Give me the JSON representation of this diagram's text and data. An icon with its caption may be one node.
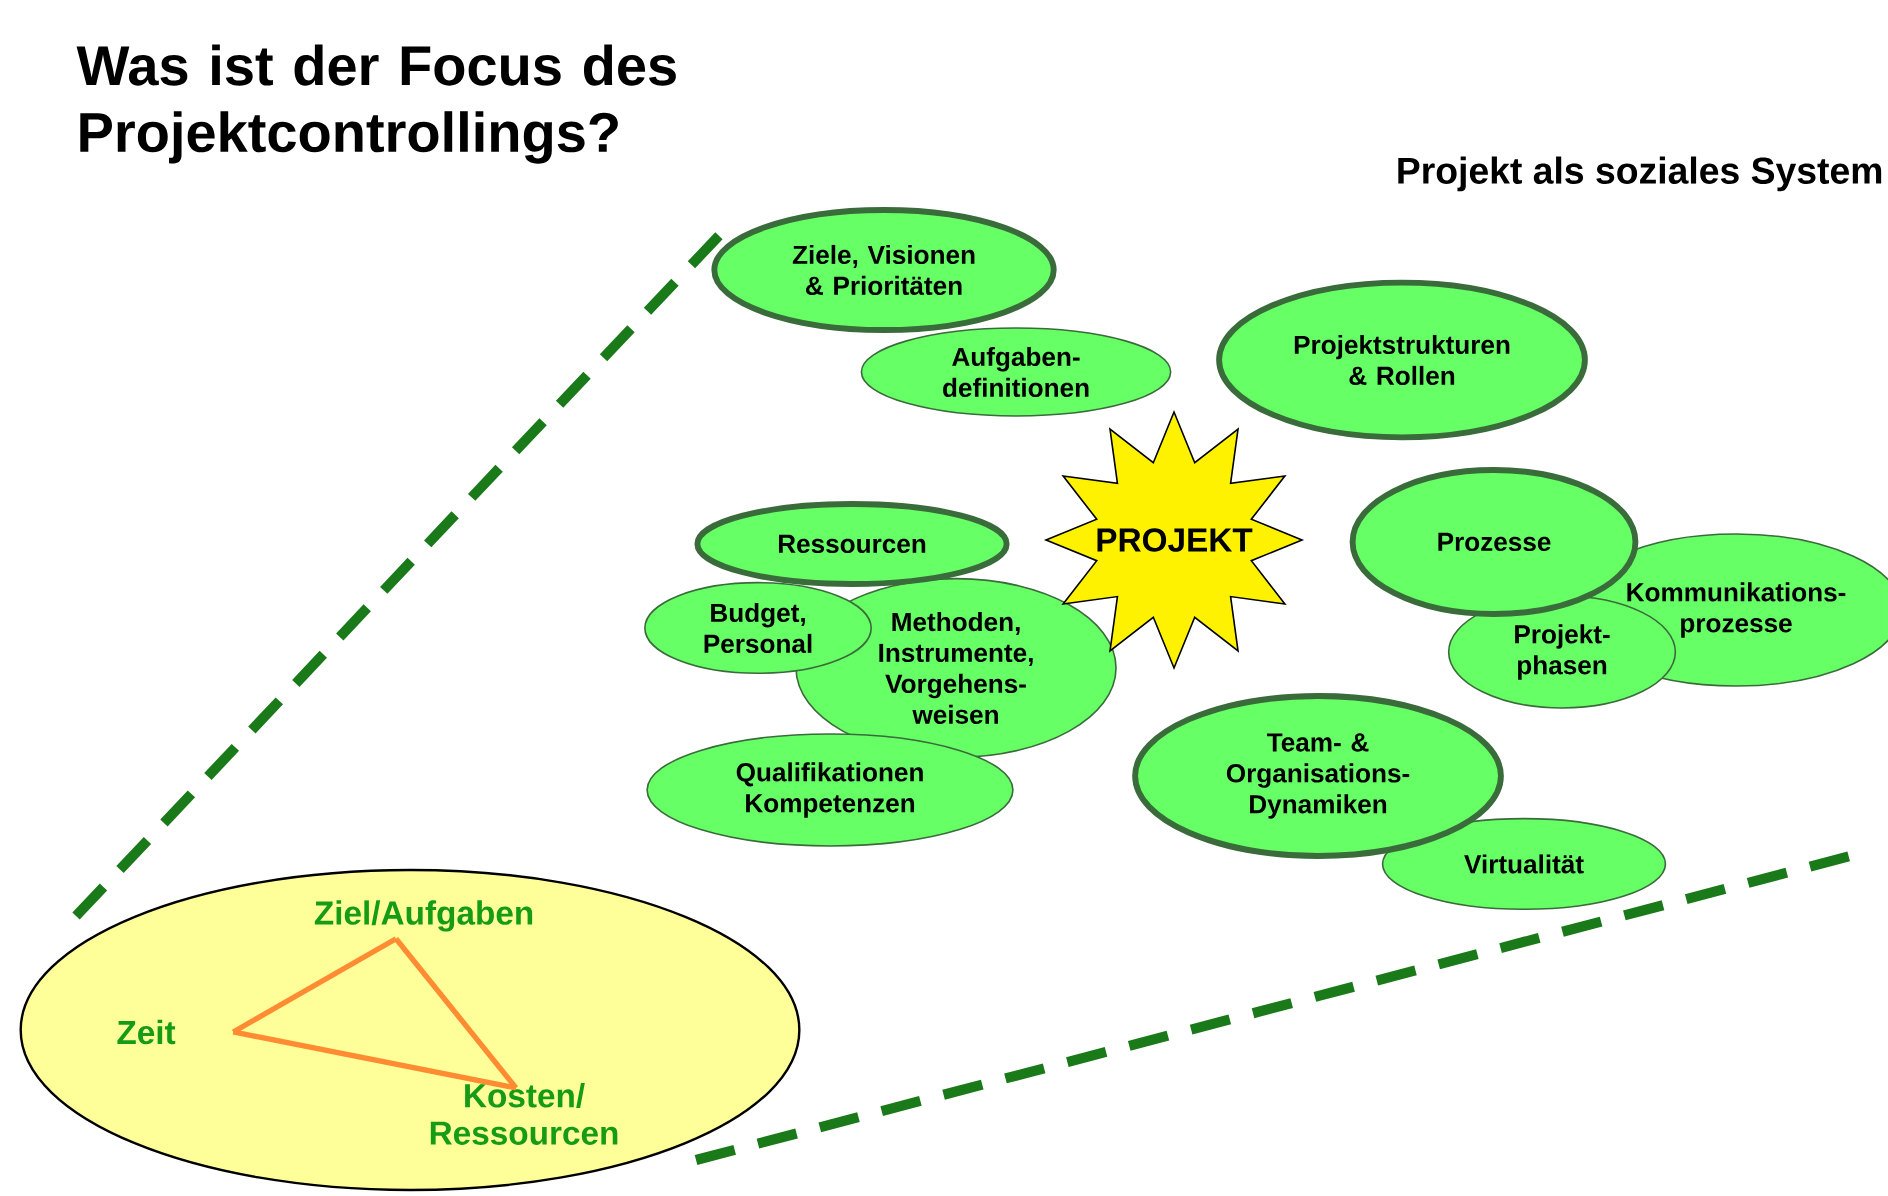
{
  "diagram": {
    "title": "Was ist der Focus des Projektcontrollings?",
    "nodes": [
      {
        "text": [
          "Ziele, Visionen & Prioritäten"
        ]
      },
      {
        "text": [
          "Aufgaben- definitionen"
        ]
      },
      {
        "text": [
          "Projektstrukturen & Rollen"
        ]
      },
      {
        "text": [
          "PROJEKT"
        ]
      },
      {
        "text": [
          "Ressourcen"
        ]
      },
      {
        "text": [
          "Prozesse"
        ]
      },
      {
        "text": [
          "Budget, Personal"
        ]
      },
      {
        "text": [
          "Methoden, Instrumente, Vorgehens- weisen"
        ]
      },
      {
        "text": [
          "Kommunikations- prozesse"
        ]
      },
      {
        "text": [
          "Projekt- phasen"
        ]
      },
      {
        "text": [
          "Qualifikationen Kompetenzen"
        ]
      },
      {
        "text": [
          "Team- & Organisations- Dynamiken"
        ]
      },
      {
        "text": [
          "Virtualität"
        ]
      },
      {
        "text": [],
        "shape": "circle"
      },
      {
        "text": [
          "Ziel/Aufgaben"
        ],
        "in": 13
      },
      {
        "text": [
          "Zeit"
        ],
        "in": 13
      },
      {
        "text": [
          "Kosten/ Ressourcen"
        ],
        "in": 13
      }
    ],
    "edges": [
      {
        "from": 15,
        "to": 14,
        "arrow": "none"
      },
      {
        "from": 14,
        "to": 16,
        "arrow": "none"
      },
      {
        "from": 16,
        "to": 15,
        "arrow": "none"
      }
    ],
    "labels": [
      "Projekt als soziales System"
    ]
  }
}
